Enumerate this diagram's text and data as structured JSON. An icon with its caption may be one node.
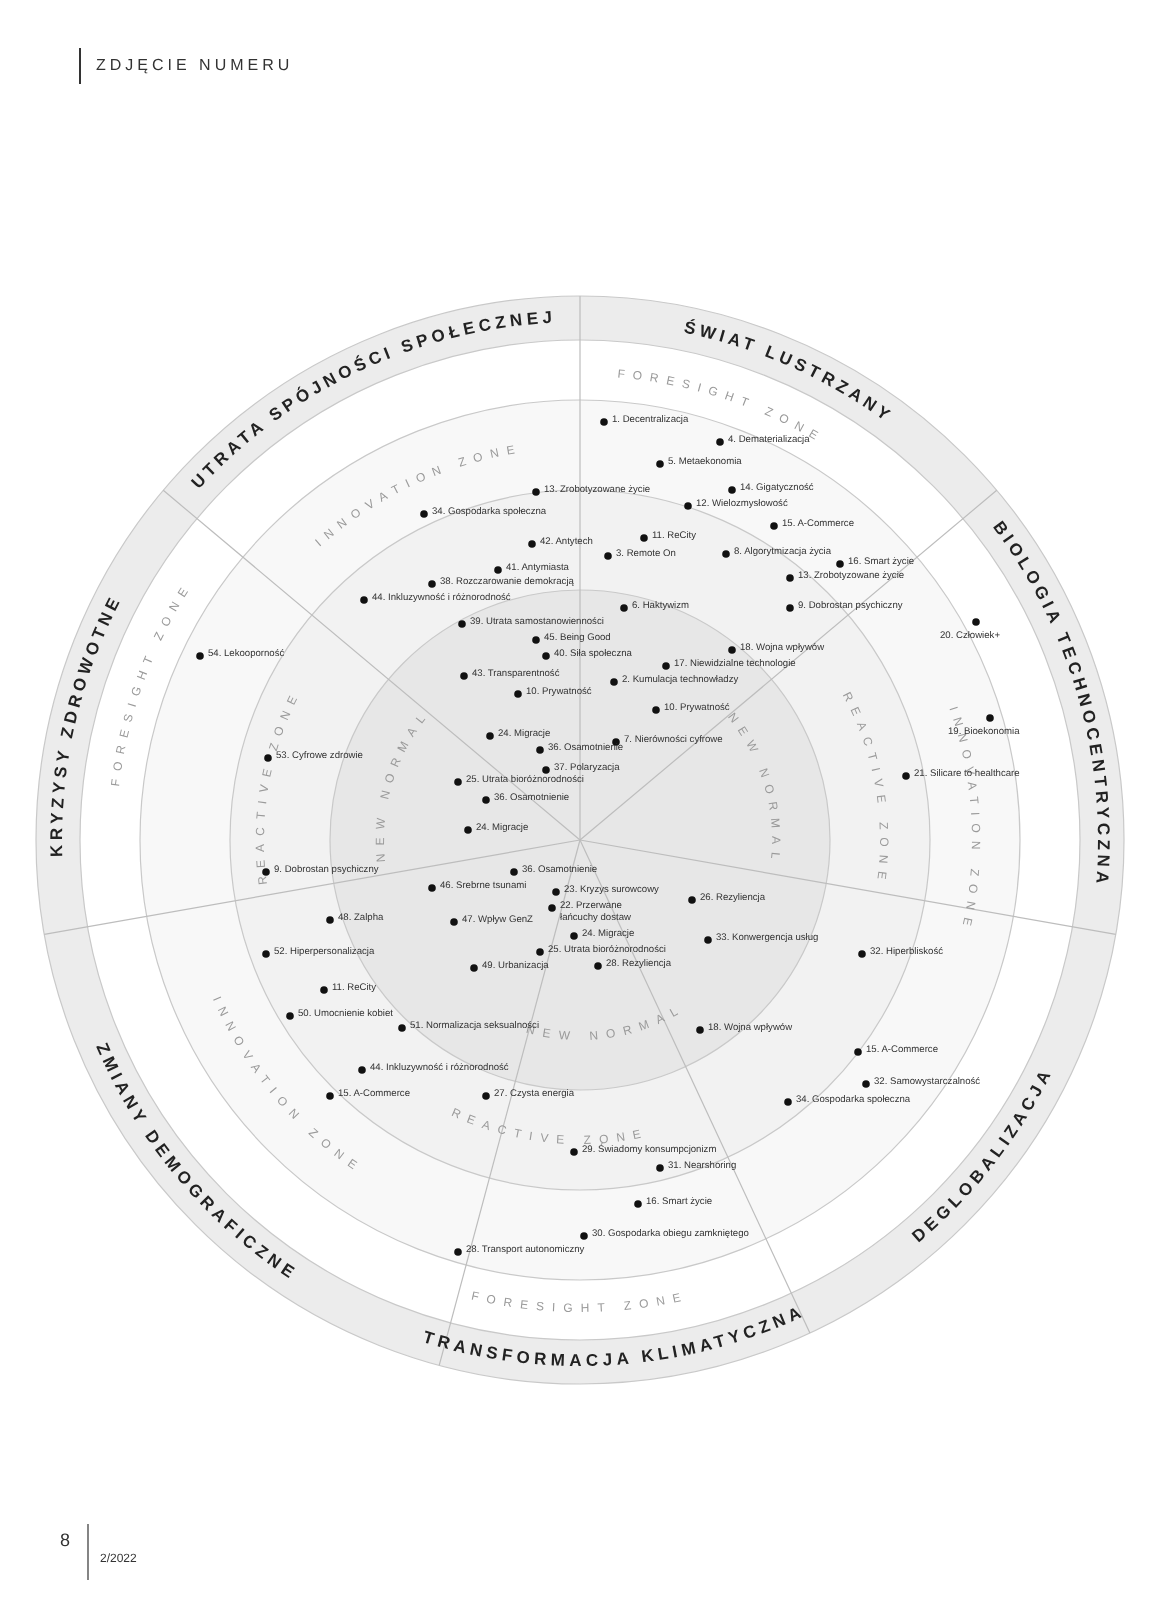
{
  "diagram": {
    "labels": [
      "ZDJĘCIE NUMERU",
      "UTRATA SPÓJNOŚCI SPOŁECZNEJ",
      "ŚWIAT LUSTRZANY",
      "BIOLOGIA TECHNOCENTRYCZNA",
      "DEGLOBALIZACJA",
      "TRANSFORMACJA KLIMATYCZNA",
      "ZMIANY DEMOGRAFICZNE",
      "KRYZYSY ZDROWOTNE",
      "FORESIGHT ZONE",
      "INNOVATION ZONE",
      "FORESIGHT ZONE",
      "REACTIVE ZONE",
      "NEW NORMAL",
      "NEW NORMAL",
      "REACTIVE ZONE",
      "INNOVATION ZONE",
      "NEW NORMAL",
      "REACTIVE ZONE",
      "FORESIGHT ZONE",
      "INNOVATION ZONE",
      "1. Decentralizacja",
      "4. Dematerializacja",
      "5. Metaekonomia",
      "13. Zrobotyzowane życie",
      "14. Gigatyczność",
      "34. Gospodarka społeczna",
      "12. Wielozmysłowość",
      "15. A-Commerce",
      "42. Antytech",
      "11. ReCity",
      "3. Remote On",
      "8. Algorytmizacja życia",
      "16. Smart życie",
      "13. Zrobotyzowane życie",
      "41. Antymiasta",
      "38. Rozczarowanie demokracją",
      "44. Inkluzywność i różnorodność",
      "6. Haktywizm",
      "9. Dobrostan psychiczny",
      "20. Człowiek+",
      "39. Utrata samostanowienności",
      "45. Being Good",
      "18. Wojna wpływów",
      "40. Siła społeczna",
      "17. Niewidzialne technologie",
      "54. Lekooporność",
      "43. Transparentność",
      "2. Kumulacja technowładzy",
      "10. Prywatność",
      "10. Prywatność",
      "24. Migracje",
      "36. Osamotnienie",
      "7. Nierówności cyfrowe",
      "19. Bioekonomia",
      "53. Cyfrowe zdrowie",
      "37. Polaryzacja",
      "21. Silicare to healthcare",
      "25. Utrata bioróżnorodności",
      "36. Osamotnienie",
      "24. Migracje",
      "9. Dobrostan psychiczny",
      "36. Osamotnienie",
      "46. Srebrne tsunami",
      "23. Kryzys surowcowy",
      "26. Rezyliencja",
      "22. Przerwane łańcuchy dostaw",
      "48. Zalpha",
      "47. Wpływ GenZ",
      "24. Migracje",
      "33. Konwergencja usług",
      "52. Hiperpersonalizacja",
      "25. Utrata bioróżnorodności",
      "32. Hiperbliskość",
      "49. Urbanizacja",
      "28. Rezyliencja",
      "11. ReCity",
      "18. Wojna wpływów",
      "50. Umocnienie kobiet",
      "51. Normalizacja seksualności",
      "15. A-Commerce",
      "32. Samowystarczalność",
      "44. Inkluzywność i różnorodność",
      "34. Gospodarka społeczna",
      "15. A-Commerce",
      "27. Czysta energia",
      "29. Świadomy konsumpcjonizm",
      "31. Nearshoring",
      "16. Smart życie",
      "30. Gospodarka obiegu zamkniętego",
      "28. Transport autonomiczny",
      "8",
      "2/2022"
    ]
  }
}
